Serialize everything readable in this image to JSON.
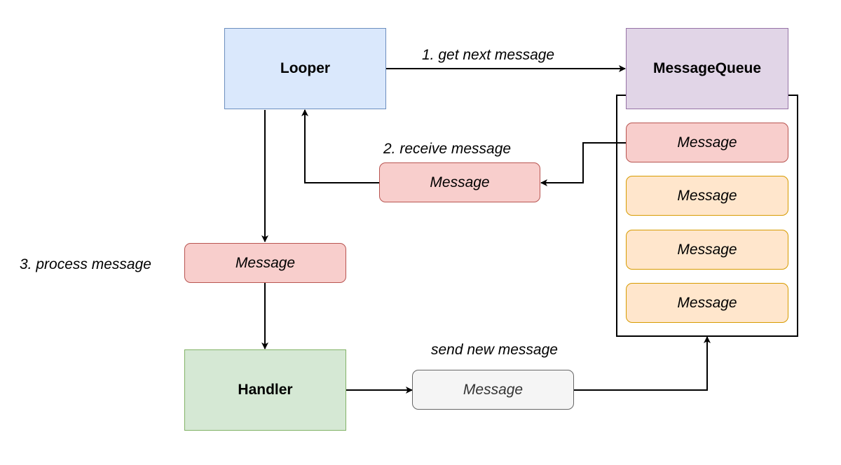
{
  "colors": {
    "looper_fill": "#dae8fc",
    "looper_stroke": "#6c8ebf",
    "queue_fill": "#e1d5e7",
    "queue_stroke": "#9673a6",
    "handler_fill": "#d5e8d4",
    "handler_stroke": "#82b366",
    "msg_red_fill": "#f8cecc",
    "msg_red_stroke": "#b85450",
    "msg_orange_fill": "#ffe6cc",
    "msg_orange_stroke": "#d79b00",
    "msg_gray_fill": "#f5f5f5",
    "msg_gray_stroke": "#666666",
    "edge": "#000000"
  },
  "nodes": {
    "looper": "Looper",
    "message_queue": "MessageQueue",
    "handler": "Handler",
    "queue_messages": [
      "Message",
      "Message",
      "Message",
      "Message"
    ],
    "received_message": "Message",
    "processed_message": "Message",
    "new_message": "Message"
  },
  "edge_labels": {
    "get_next": "1. get next message",
    "receive": "2. receive message",
    "process": "3. process message",
    "send_new": "send new message"
  }
}
